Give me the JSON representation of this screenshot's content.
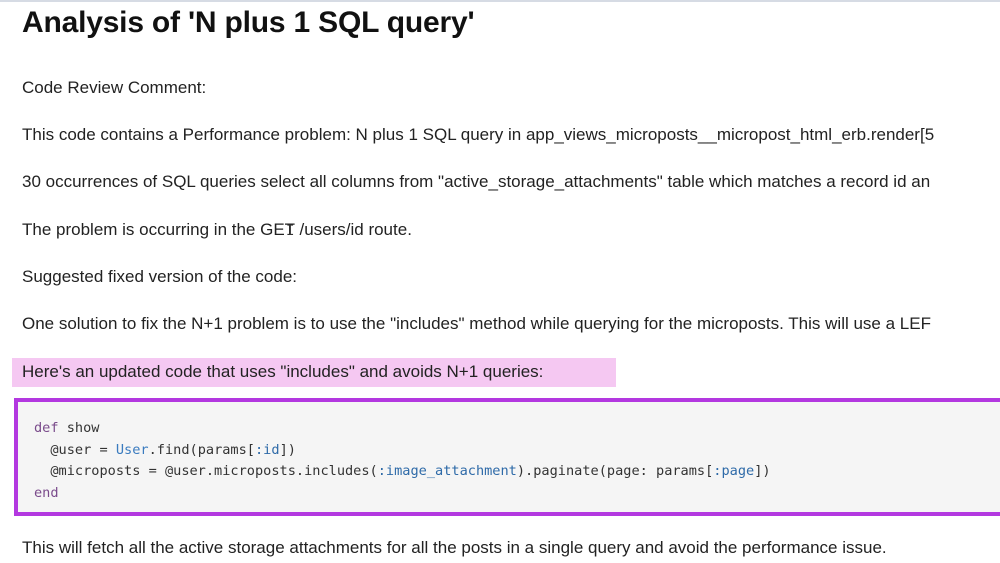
{
  "document": {
    "title": "Analysis of 'N plus 1 SQL query'",
    "paragraphs": {
      "review_label": "Code Review Comment:",
      "problem": "This code contains a Performance problem: N plus 1 SQL query in app_views_microposts__micropost_html_erb.render[5",
      "occurrences": "30 occurrences of SQL queries select all columns from \"active_storage_attachments\" table which matches a record id an",
      "route": "The problem is occurring in the GET /users/id route.",
      "suggested": "Suggested fixed version of the code:",
      "solution": "One solution to fix the N+1 problem is to use the \"includes\" method while querying for the microposts. This will use a LEF",
      "updated_code_intro": "Here's an updated code that uses \"includes\" and avoids N+1 queries:",
      "conclusion": "This will fetch all the active storage attachments for all the posts in a single query and avoid the performance issue."
    },
    "code": {
      "line1_kw": "def",
      "line1_rest": " show",
      "line2_pre": "  @user = ",
      "line2_const": "User",
      "line2_mid": ".find(params[",
      "line2_sym": ":id",
      "line2_end": "])",
      "line3_pre": "  @microposts = @user.microposts.includes(",
      "line3_sym": ":image_attachment",
      "line3_mid": ").paginate(page: params[",
      "line3_sym2": ":page",
      "line3_end": "])",
      "line4_kw": "end"
    },
    "colors": {
      "highlight": "#f5c8f2",
      "code_border": "#b338e0",
      "code_background": "#f5f5f5"
    },
    "icons": {
      "cursor": "text-cursor-icon"
    }
  }
}
